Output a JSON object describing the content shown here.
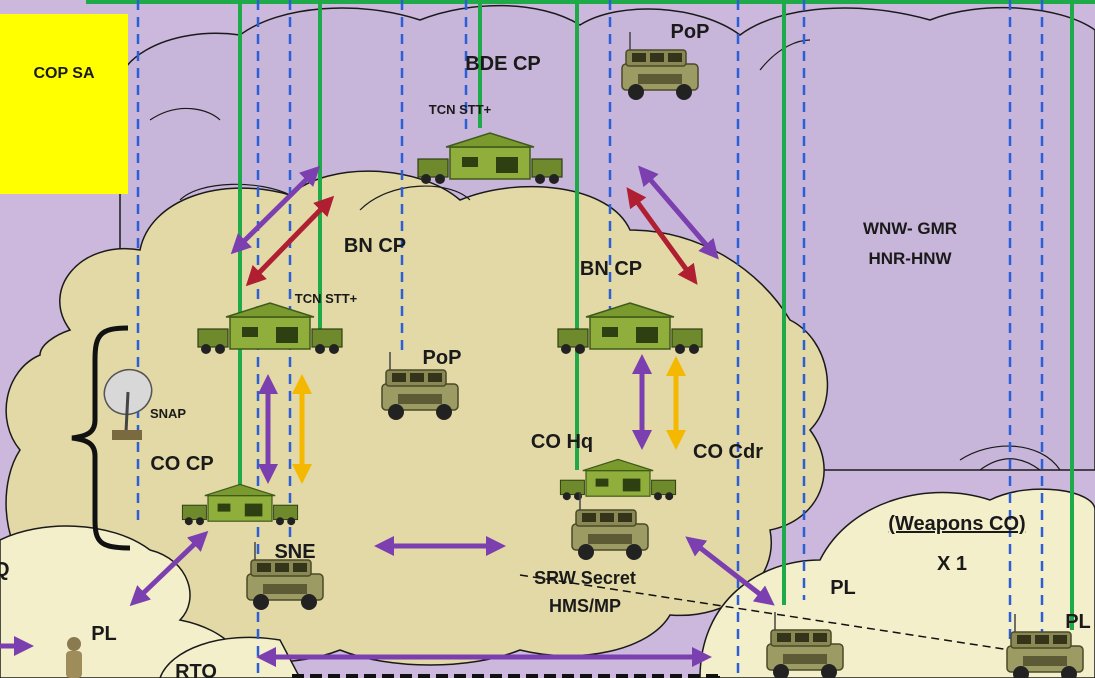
{
  "legend": {
    "cop_sa": "COP SA"
  },
  "nodes": {
    "bde_cp": "BDE CP",
    "tcn_stt_bde": "TCN STT+",
    "pop_top": "PoP",
    "bn_cp_left": "BN CP",
    "tcn_stt_bn": "TCN STT+",
    "bn_cp_right": "BN CP",
    "pop_mid": "PoP",
    "snap": "SNAP",
    "co_cp": "CO CP",
    "co_hq": "CO Hq",
    "co_cdr": "CO Cdr",
    "sne": "SNE",
    "srw_1": "SRW Secret",
    "srw_2": "HMS/MP",
    "wnw_1": "WNW- GMR",
    "wnw_2": "HNR-HNW",
    "weapons_co": "(Weapons CO)",
    "x1": "X 1",
    "pl_left": "PL",
    "pl_right": "PL",
    "pl_far_right": "PL",
    "rto": "RTO",
    "edge_q": "Q"
  },
  "colors": {
    "sky": "#cbb8dc",
    "cloud_purple": "#c8b5da",
    "cloud_tan": "#e2d9a6",
    "cloud_light": "#f4efcb",
    "green_link": "#1faa4a",
    "blue_dash": "#2a5fd6",
    "purple_arrow": "#7b3fb0",
    "red_arrow": "#b01e32",
    "orange_arrow": "#f5b800",
    "yellow_box": "#ffff00"
  }
}
